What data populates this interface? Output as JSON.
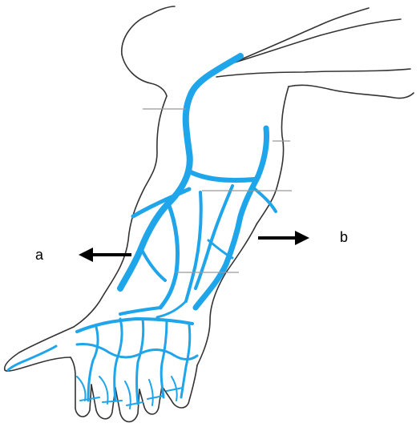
{
  "labels": {
    "a": "a",
    "b": "b"
  },
  "colors": {
    "vein": "#1ea5ea",
    "outline": "#333333",
    "leader": "#999999",
    "arrow": "#000000"
  },
  "subject": "upper-limb-superficial-veins"
}
